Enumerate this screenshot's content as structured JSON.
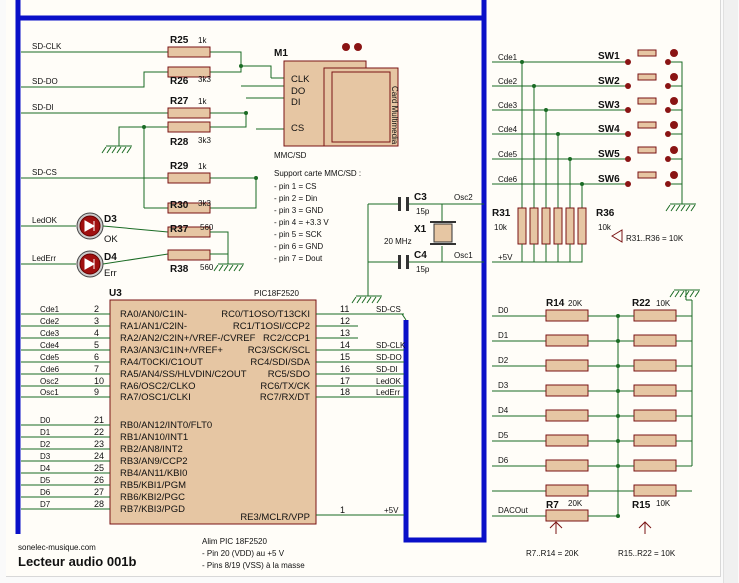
{
  "window": {
    "title": "Lecteur audio 001b",
    "site": "sonelec-musique.com"
  },
  "signals_left": [
    "SD-CLK",
    "SD-DO",
    "SD-DI",
    "SD-CS",
    "LedOK",
    "LedErr"
  ],
  "resistors_top": [
    {
      "ref": "R25",
      "value": "1k"
    },
    {
      "ref": "R26",
      "value": "3k3"
    },
    {
      "ref": "R27",
      "value": "1k"
    },
    {
      "ref": "R28",
      "value": "3k3"
    },
    {
      "ref": "R29",
      "value": "1k"
    },
    {
      "ref": "R30",
      "value": "3k3"
    },
    {
      "ref": "R37",
      "value": "560"
    },
    {
      "ref": "R38",
      "value": "560"
    }
  ],
  "diodes": [
    {
      "ref": "D3",
      "label": "OK"
    },
    {
      "ref": "D4",
      "label": "Err"
    }
  ],
  "mmc": {
    "ref": "M1",
    "pins": [
      "CLK",
      "DO",
      "DI",
      "CS"
    ],
    "card_label": "Card Multimedia",
    "type_label": "MMC/SD",
    "support_title": "Support carte MMC/SD :",
    "support_pins": [
      "- pin 1 = CS",
      "- pin 2 = Din",
      "- pin 3 = GND",
      "- pin 4 = +3.3 V",
      "- pin 5 = SCK",
      "- pin 6 = GND",
      "- pin 7 = Dout"
    ]
  },
  "crystal": {
    "c3": "C3",
    "c3v": "15p",
    "c4": "C4",
    "c4v": "15p",
    "x1": "X1",
    "x1v": "20 MHz",
    "osc2": "Osc2",
    "osc1": "Osc1",
    "plus5": "+5V"
  },
  "switches": {
    "names": [
      "SW1",
      "SW2",
      "SW3",
      "SW4",
      "SW5",
      "SW6"
    ],
    "cdes": [
      "Cde1",
      "Cde2",
      "Cde3",
      "Cde4",
      "Cde5",
      "Cde6"
    ],
    "r31": "R31",
    "r31v": "10k",
    "r36": "R36",
    "r36v": "10k",
    "note": "R31..R36 = 10K"
  },
  "mcu": {
    "ref": "U3",
    "part": "PIC18F2520",
    "left_signals": [
      "Cde1",
      "Cde2",
      "Cde3",
      "Cde4",
      "Cde5",
      "Cde6",
      "Osc2",
      "Osc1",
      "D0",
      "D1",
      "D2",
      "D3",
      "D4",
      "D5",
      "D6",
      "D7"
    ],
    "left_pins": [
      "2",
      "3",
      "4",
      "5",
      "6",
      "7",
      "10",
      "9",
      "21",
      "22",
      "23",
      "24",
      "25",
      "26",
      "27",
      "28"
    ],
    "left_names": [
      "RA0/AN0/C1IN-",
      "RA1/AN1/C2IN-",
      "RA2/AN2/C2IN+/VREF-/CVREF",
      "RA3/AN3/C1IN+/VREF+",
      "RA4/T0CKI/C1OUT",
      "RA5/AN4/SS/HLVDIN/C2OUT",
      "RA6/OSC2/CLKO",
      "RA7/OSC1/CLKI",
      "RB0/AN12/INT0/FLT0",
      "RB1/AN10/INT1",
      "RB2/AN8/INT2",
      "RB3/AN9/CCP2",
      "RB4/AN11/KBI0",
      "RB5/KBI1/PGM",
      "RB6/KBI2/PGC",
      "RB7/KBI3/PGD"
    ],
    "right_names": [
      "RC0/T1OSO/T13CKI",
      "RC1/T1OSI/CCP2",
      "RC2/CCP1",
      "RC3/SCK/SCL",
      "RC4/SDI/SDA",
      "RC5/SDO",
      "RC6/TX/CK",
      "RC7/RX/DT"
    ],
    "right_pins": [
      "11",
      "12",
      "13",
      "14",
      "15",
      "16",
      "17",
      "18"
    ],
    "right_signals": [
      "SD-CS",
      "",
      "",
      "SD-CLK",
      "SD-DO",
      "SD-DI",
      "LedOK",
      "LedErr"
    ],
    "mclr_name": "RE3/MCLR/VPP",
    "mclr_pin": "1",
    "mclr_signal": "+5V"
  },
  "dac": {
    "lines": [
      "D0",
      "D1",
      "D2",
      "D3",
      "D4",
      "D5",
      "D6",
      "DACOut"
    ],
    "r14": "R14",
    "r14v": "20K",
    "r22": "R22",
    "r22v": "10K",
    "r7": "R7",
    "r7v": "20K",
    "r15": "R15",
    "r15v": "10K",
    "note_a": "R7..R14 = 20K",
    "note_b": "R15..R22 = 10K"
  },
  "power_notes": [
    "Alim PIC 18F2520",
    "- Pin 20 (VDD) au +5 V",
    "- Pins 8/19 (VSS) à la masse"
  ]
}
